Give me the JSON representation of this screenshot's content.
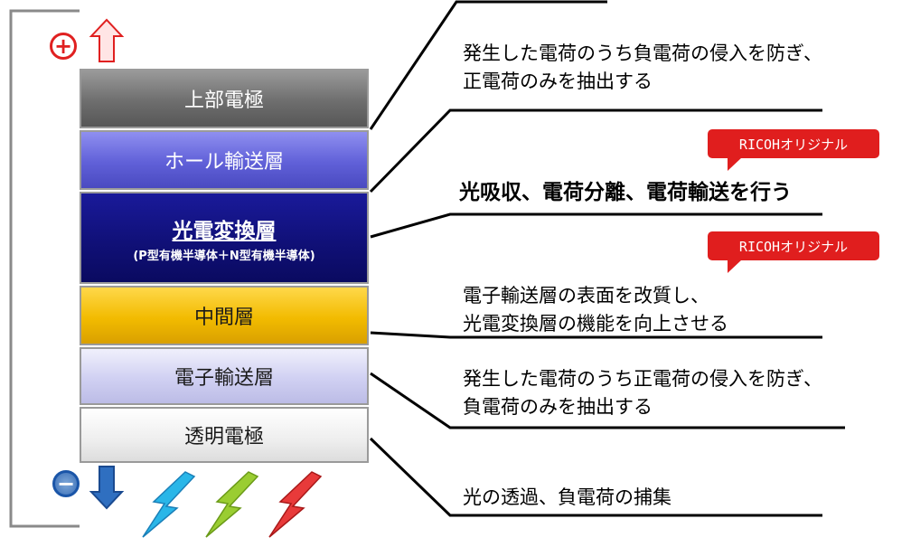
{
  "layers": {
    "top_electrode": "上部電極",
    "hole_transport": "ホール輸送層",
    "photoelectric": "光電変換層",
    "photoelectric_sub": "(P型有機半導体＋N型有機半導体)",
    "intermediate": "中間層",
    "electron_transport": "電子輸送層",
    "transparent_electrode": "透明電極"
  },
  "descriptions": {
    "top_line1": "発生した電荷のうち負電荷の侵入を防ぎ、",
    "top_line2": "正電荷のみを抽出する",
    "photo": "光吸収、電荷分離、電荷輸送を行う",
    "mid_line1": "電子輸送層の表面を改質し、",
    "mid_line2": "光電変換層の機能を向上させる",
    "elec_line1": "発生した電荷のうち正電荷の侵入を防ぎ、",
    "elec_line2": "負電荷のみを抽出する",
    "trans": "光の透過、負電荷の捕集"
  },
  "badges": {
    "badge1": "RICOHオリジナル",
    "badge2": "RICOHオリジナル"
  },
  "signs": {
    "plus": "+",
    "minus": "−"
  },
  "colors": {
    "top_electrode": "#6e6e6e",
    "hole_transport": "#6060d8",
    "photoelectric": "#101078",
    "intermediate": "#f2bb00",
    "electron_transport": "#d0d0f2",
    "transparent_electrode": "#eeeeee",
    "badge": "#e01e1e",
    "light_blue": "#29b6e8",
    "light_green": "#9acd32",
    "light_red": "#e83a3a"
  }
}
